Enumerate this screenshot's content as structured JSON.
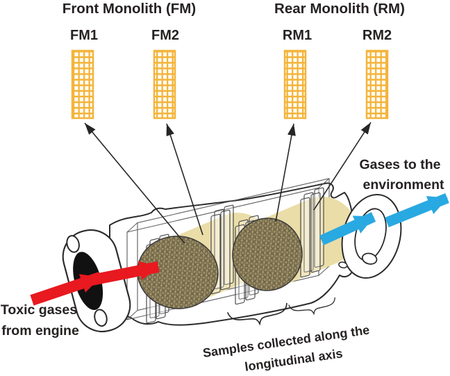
{
  "diagram": {
    "front_monolith": {
      "title": "Front Monolith (FM)",
      "samples": [
        {
          "label": "FM1"
        },
        {
          "label": "FM2"
        }
      ]
    },
    "rear_monolith": {
      "title": "Rear Monolith (RM)",
      "samples": [
        {
          "label": "RM1"
        },
        {
          "label": "RM2"
        }
      ]
    },
    "inlet_label": {
      "line1": "Toxic gases",
      "line2": "from engine"
    },
    "outlet_label": {
      "line1": "Gases to the",
      "line2": "environment"
    },
    "caption": {
      "line1": "Samples collected along the",
      "line2": "longitudinal axis"
    },
    "colors": {
      "sample_grid": "#F4B43C",
      "sample_grid_cell": "#FFFDF4",
      "toxic_arrow": "#E8191F",
      "clean_arrow": "#29A9E1",
      "monolith_body": "#EADDA7",
      "monolith_face": "#9A8D64",
      "outline": "#2B2B2B"
    }
  }
}
